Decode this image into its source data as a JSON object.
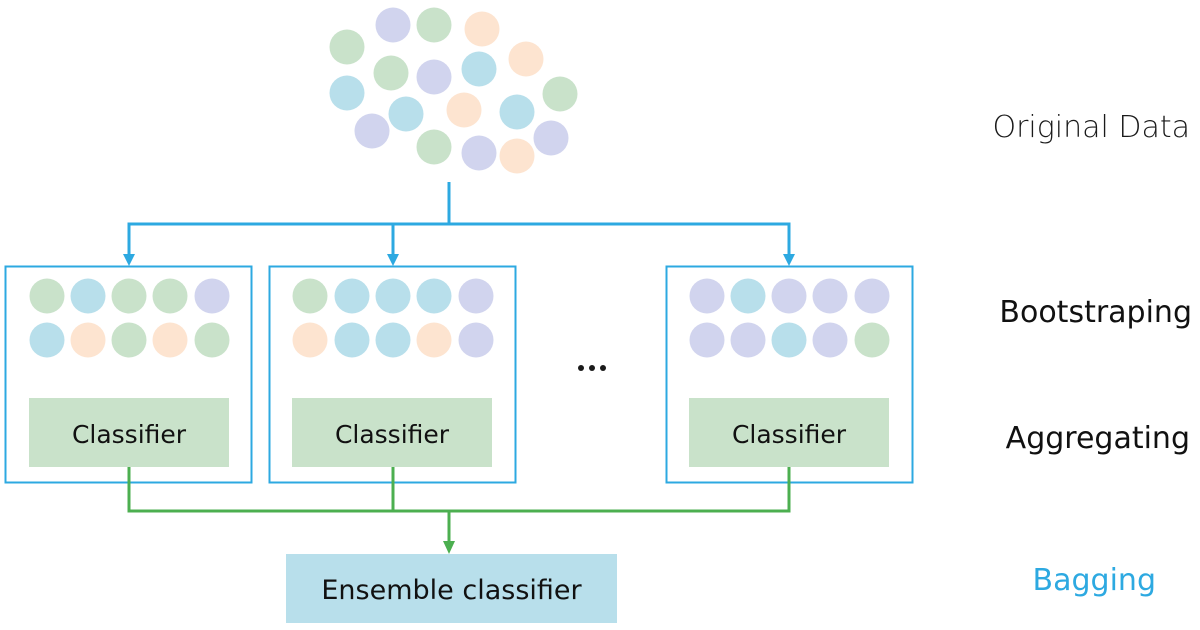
{
  "title": "Bagging ensemble diagram",
  "colors": {
    "flow_line": "#2DA9E1",
    "aggregate_line": "#4CAF50",
    "classifier_fill": "#C9E2CA",
    "ensemble_fill": "#B8DFEB",
    "accent_label": "#2DA9E1",
    "point_colors": {
      "green": "#C9E2CA",
      "blue": "#B8DFEB",
      "purple": "#D1D4EE",
      "orange": "#FDE4D0"
    }
  },
  "original_data": {
    "points": [
      "purple",
      "green",
      "orange",
      "green",
      "orange",
      "green",
      "purple",
      "blue",
      "blue",
      "green",
      "blue",
      "orange",
      "blue",
      "purple",
      "purple",
      "green",
      "purple",
      "orange"
    ]
  },
  "bootstrap_samples": [
    {
      "rows": [
        [
          "green",
          "blue",
          "green",
          "green",
          "purple"
        ],
        [
          "blue",
          "orange",
          "green",
          "orange",
          "green"
        ]
      ],
      "classifier_label": "Classifier"
    },
    {
      "rows": [
        [
          "green",
          "blue",
          "blue",
          "blue",
          "purple"
        ],
        [
          "orange",
          "blue",
          "blue",
          "orange",
          "purple"
        ]
      ],
      "classifier_label": "Classifier"
    },
    {
      "rows": [
        [
          "purple",
          "blue",
          "purple",
          "purple",
          "purple"
        ],
        [
          "purple",
          "purple",
          "blue",
          "purple",
          "green"
        ]
      ],
      "classifier_label": "Classifier"
    }
  ],
  "ellipsis": "...",
  "ensemble": {
    "label": "Ensemble classifier"
  },
  "stage_labels": {
    "original_data": "Original Data",
    "bootstrapping": "Bootstraping",
    "aggregating": "Aggregating",
    "bagging": "Bagging"
  }
}
